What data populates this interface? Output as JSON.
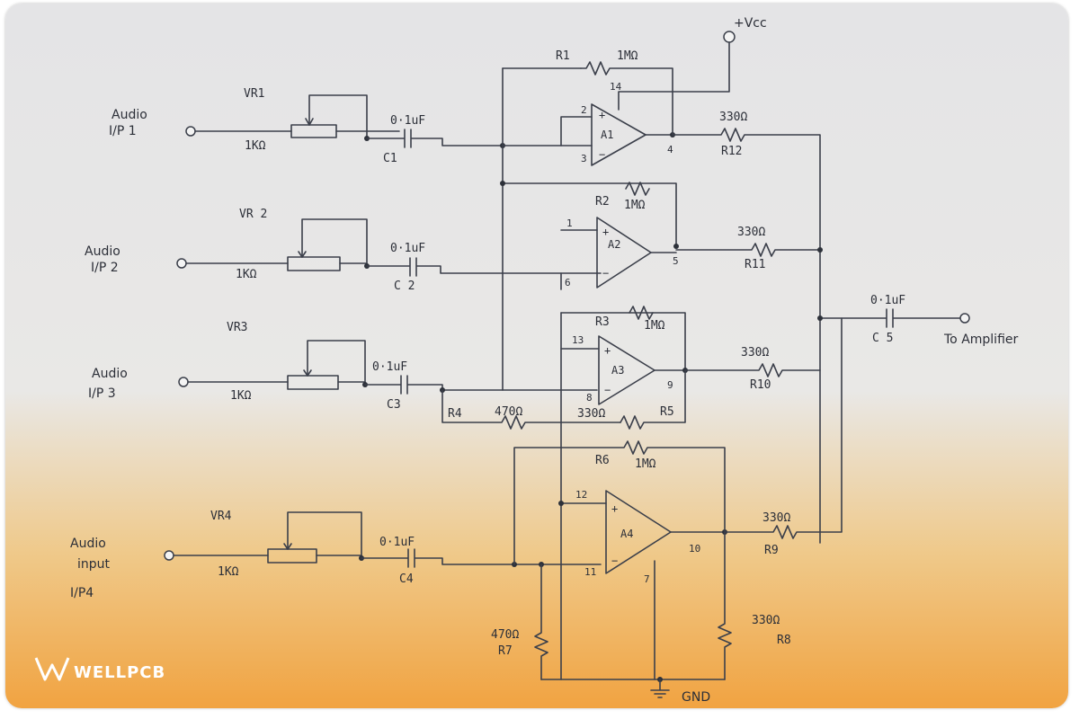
{
  "diagram": {
    "supply": "+Vcc",
    "ground": "GND",
    "output": "To Amplifier",
    "inputs": [
      {
        "line1": "Audio",
        "line2": "I/P 1",
        "line3": "",
        "pot": "VR1",
        "pot_value": "1KΩ",
        "cap": "C1",
        "cap_value": "0·1uF"
      },
      {
        "line1": "Audio",
        "line2": "I/P 2",
        "line3": "",
        "pot": "VR 2",
        "pot_value": "1KΩ",
        "cap": "C 2",
        "cap_value": "0·1uF"
      },
      {
        "line1": "Audio",
        "line2": "I/P 3",
        "line3": "",
        "pot": "VR3",
        "pot_value": "1KΩ",
        "cap": "C3",
        "cap_value": "0·1uF"
      },
      {
        "line1": "Audio",
        "line2": "input",
        "line3": "I/P4",
        "pot": "VR4",
        "pot_value": "1KΩ",
        "cap": "C4",
        "cap_value": "0·1uF"
      }
    ],
    "opamps": [
      {
        "name": "A1",
        "pin_plus": "2",
        "pin_minus": "3",
        "pin_out": "4",
        "pin_vcc": "14"
      },
      {
        "name": "A2",
        "pin_plus": "1",
        "pin_minus": "6",
        "pin_out": "5"
      },
      {
        "name": "A3",
        "pin_plus": "13",
        "pin_minus": "8",
        "pin_out": "9"
      },
      {
        "name": "A4",
        "pin_plus": "12",
        "pin_minus": "11",
        "pin_out": "10",
        "pin_gnd": "7"
      }
    ],
    "resistors": {
      "r1": {
        "name": "R1",
        "value": "1MΩ"
      },
      "r2": {
        "name": "R2",
        "value": "1MΩ"
      },
      "r3": {
        "name": "R3",
        "value": "1MΩ"
      },
      "r4": {
        "name": "R4",
        "value": "470Ω"
      },
      "r5": {
        "name": "R5",
        "value": "330Ω"
      },
      "r6": {
        "name": "R6",
        "value": "1MΩ"
      },
      "r7": {
        "name": "R7",
        "value": "470Ω"
      },
      "r8": {
        "name": "R8",
        "value": "330Ω"
      },
      "r9": {
        "name": "R9",
        "value": "330Ω"
      },
      "r10": {
        "name": "R10",
        "value": "330Ω"
      },
      "r11": {
        "name": "R11",
        "value": "330Ω"
      },
      "r12": {
        "name": "R12",
        "value": "330Ω"
      }
    },
    "c5": {
      "name": "C 5",
      "value": "0·1uF"
    }
  },
  "brand": {
    "name": "WELLPCB",
    "icon": "wellpcb-logo-icon"
  }
}
